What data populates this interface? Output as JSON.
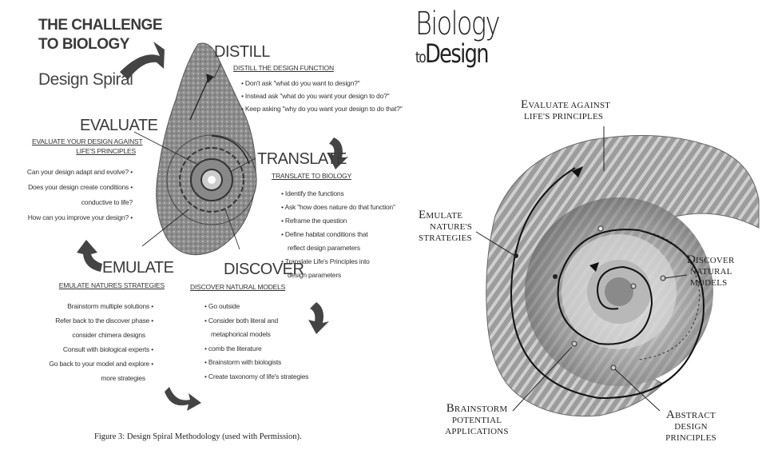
{
  "left": {
    "title_line1": "THE CHALLENGE",
    "title_line2": "TO BIOLOGY",
    "subtitle": "Design Spiral",
    "distill": {
      "name": "DISTILL",
      "sub": "DISTILL THE DESIGN FUNCTION",
      "items": [
        "• Don't ask \"what do you want to design?\"",
        "• Instead ask \"what do you want your design to do?\"",
        "• Keep asking \"why do you want your design to do that?\""
      ]
    },
    "evaluate": {
      "name": "EVALUATE",
      "sub1": "EVALUATE YOUR DESIGN AGAINST",
      "sub2": "LIFE'S PRINCIPLES",
      "items": [
        "Can your design adapt and evolve? •",
        "Does your design create conditions •",
        "conductive to life?",
        "How can you improve your design? •"
      ]
    },
    "translate": {
      "name": "TRANSLATE",
      "sub": "TRANSLATE TO BIOLOGY",
      "items": [
        "• Identify the functions",
        "• Ask \"how does nature do that function\"",
        "• Reframe the question",
        "• Define habitat conditions that",
        "reflect design parameters",
        "• Translate Life's Principles into",
        "design parameters"
      ]
    },
    "emulate": {
      "name": "EMULATE",
      "sub": "EMULATE NATURES STRATEGIES",
      "items": [
        "Brainstorm multiple solutions •",
        "Refer back to the discover phase •",
        "consider chimera designs",
        "Consult with biological experts •",
        "Go back to your model and explore •",
        "more strategies"
      ]
    },
    "discover": {
      "name": "DISCOVER",
      "sub": "DISCOVER NATURAL MODELS",
      "items": [
        "• Go outside",
        "• Consider both literal and",
        "metaphorical models",
        "• comb the literature",
        "• Brainstorm with biologists",
        "• Create taxonomy of life's strategies"
      ]
    },
    "caption": "Figure 3: Design Spiral Methodology (used with Permission)."
  },
  "right": {
    "title_line1": "Biology",
    "title_to": "to",
    "title_line2": "Design",
    "evaluate": {
      "big": "E",
      "word": "VALUATE AGAINST",
      "line2": "LIFE'S PRINCIPLES"
    },
    "emulate": {
      "big": "E",
      "word": "MULATE",
      "line2": "NATURE'S",
      "line3": "STRATEGIES"
    },
    "discover": {
      "big": "D",
      "word": "ISCOVER",
      "line2": "NATURAL",
      "line3": "MODELS"
    },
    "brainstorm": {
      "big": "B",
      "word": "RAINSTORM",
      "line2": "POTENTIAL",
      "line3": "APPLICATIONS"
    },
    "abstract": {
      "big": "A",
      "word": "BSTRACT",
      "line2": "DESIGN",
      "line3": "PRINCIPLES"
    }
  }
}
